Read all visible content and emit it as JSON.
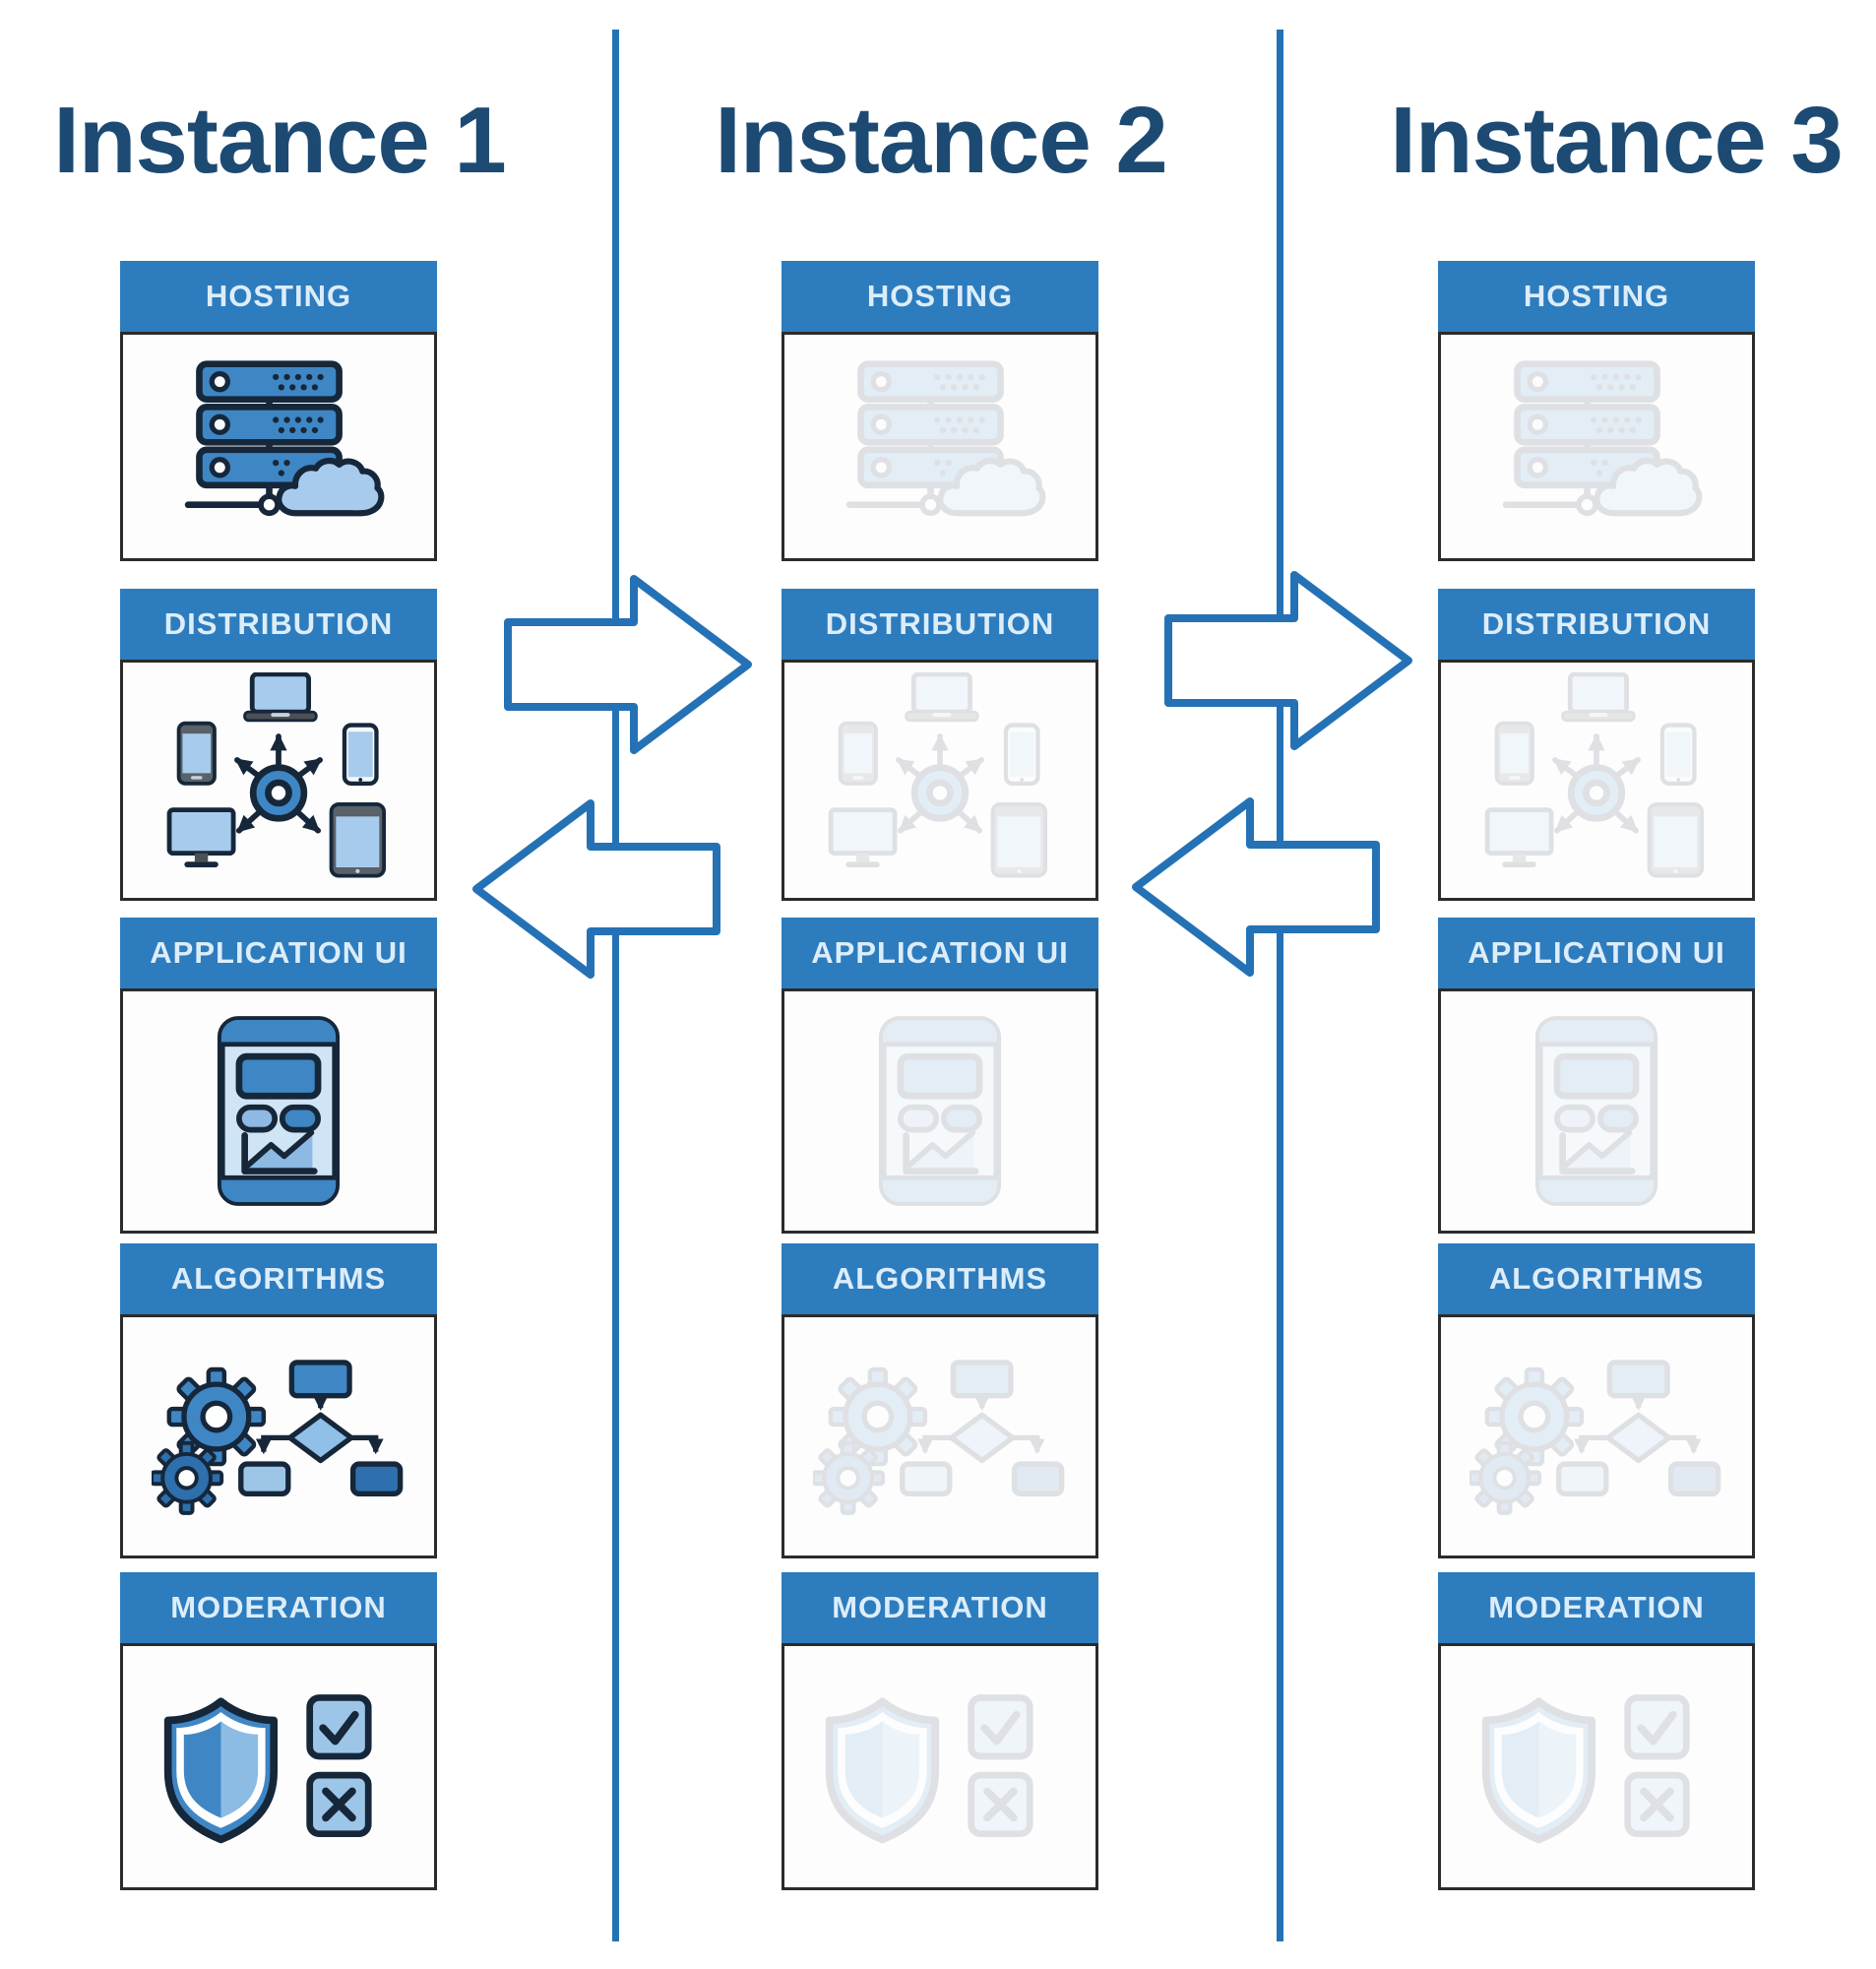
{
  "columns": [
    {
      "title": "Instance 1",
      "state": "active",
      "cards": [
        {
          "label": "HOSTING",
          "icon": "server-stack-cloud-icon"
        },
        {
          "label": "DISTRIBUTION",
          "icon": "network-distribution-icon"
        },
        {
          "label": "APPLICATION UI",
          "icon": "mobile-app-ui-icon"
        },
        {
          "label": "ALGORITHMS",
          "icon": "gears-flowchart-icon"
        },
        {
          "label": "MODERATION",
          "icon": "shield-approve-reject-icon"
        }
      ]
    },
    {
      "title": "Instance 2",
      "state": "faded",
      "cards": [
        {
          "label": "HOSTING",
          "icon": "server-stack-cloud-icon"
        },
        {
          "label": "DISTRIBUTION",
          "icon": "network-distribution-icon"
        },
        {
          "label": "APPLICATION UI",
          "icon": "mobile-app-ui-icon"
        },
        {
          "label": "ALGORITHMS",
          "icon": "gears-flowchart-icon"
        },
        {
          "label": "MODERATION",
          "icon": "shield-approve-reject-icon"
        }
      ]
    },
    {
      "title": "Instance 3",
      "state": "faded",
      "cards": [
        {
          "label": "HOSTING",
          "icon": "server-stack-cloud-icon"
        },
        {
          "label": "DISTRIBUTION",
          "icon": "network-distribution-icon"
        },
        {
          "label": "APPLICATION UI",
          "icon": "mobile-app-ui-icon"
        },
        {
          "label": "ALGORITHMS",
          "icon": "gears-flowchart-icon"
        },
        {
          "label": "MODERATION",
          "icon": "shield-approve-reject-icon"
        }
      ]
    }
  ],
  "arrows": [
    {
      "id": "arrow-right-1-to-2",
      "direction": "right",
      "between": "Instance 1 and Instance 2"
    },
    {
      "id": "arrow-left-2-to-1",
      "direction": "left",
      "between": "Instance 2 and Instance 1"
    },
    {
      "id": "arrow-right-2-to-3",
      "direction": "right",
      "between": "Instance 2 and Instance 3"
    },
    {
      "id": "arrow-left-3-to-2",
      "direction": "left",
      "between": "Instance 3 and Instance 2"
    }
  ],
  "colors": {
    "header_blue": "#2d7cbe",
    "divider_blue": "#2472b5",
    "title_navy": "#1c4a73",
    "header_text": "#dcedfa",
    "card_border": "#2b2b2b",
    "icon_blue": "#3f86c5",
    "icon_light_blue": "#a7cbec",
    "icon_pale_blue": "#cfe4f4",
    "icon_outline": "#16273a",
    "arrow_outline": "#2472b5",
    "faded_opacity": 0.13
  }
}
